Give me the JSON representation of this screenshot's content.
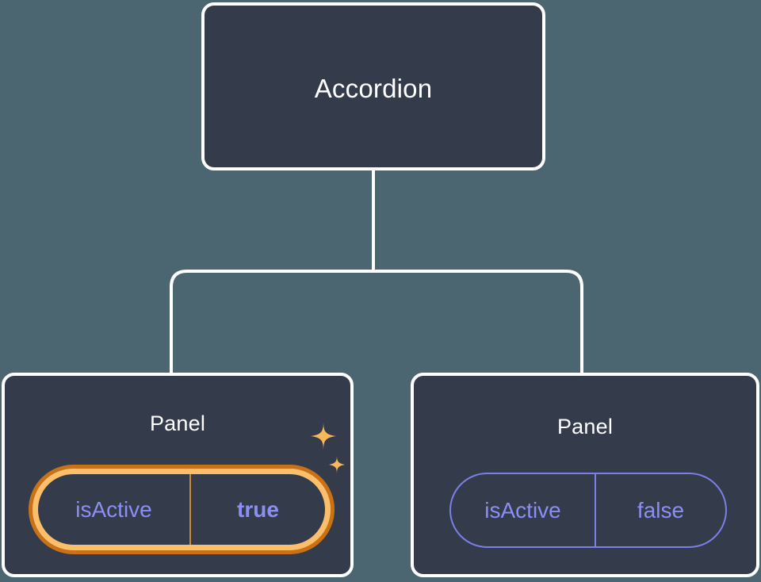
{
  "diagram": {
    "type": "component-tree",
    "background_color": "#4b6670",
    "node_fill_color": "#343b4a",
    "node_border_color": "#ffffff",
    "accent_highlight_color": "#f0a93c",
    "accent_prop_color": "#8b8ff5",
    "root": {
      "title": "Accordion"
    },
    "children": [
      {
        "title": "Panel",
        "highlighted": true,
        "prop": {
          "key": "isActive",
          "value": "true",
          "value_bold": true,
          "border_color_outer": "#c97116",
          "border_color_inner": "#fbbf6c"
        },
        "sparkle_icons": [
          "sparkle-large-icon",
          "sparkle-small-icon"
        ]
      },
      {
        "title": "Panel",
        "highlighted": false,
        "prop": {
          "key": "isActive",
          "value": "false",
          "value_bold": false,
          "border_color": "#7b80e8"
        }
      }
    ]
  }
}
